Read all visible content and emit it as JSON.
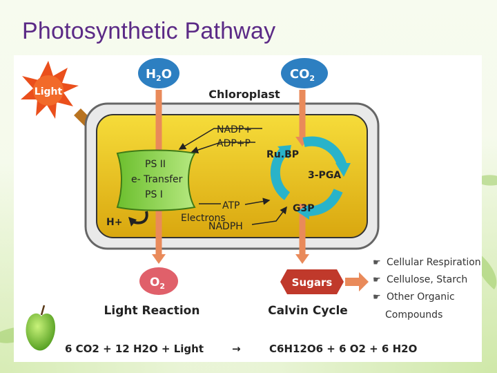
{
  "title": "Photosynthetic Pathway",
  "diagram": {
    "light": "Light",
    "h2o": {
      "main": "H",
      "sub": "2",
      "tail": "O"
    },
    "co2": {
      "main": "CO",
      "sub": "2"
    },
    "chloroplast": "Chloroplast",
    "nadp_plus": "NADP+",
    "adp_p": "ADP+P",
    "ps2": "PS II",
    "e_transfer": "e- Transfer",
    "ps1": "PS I",
    "atp": "ATP",
    "h_plus": "H+",
    "electrons": "Electrons",
    "nadph": "NADPH",
    "rubp": "Ru.BP",
    "pga": "3-PGA",
    "g3p": "G3P",
    "o2": {
      "main": "O",
      "sub": "2"
    },
    "sugars": "Sugars",
    "light_reaction": "Light Reaction",
    "calvin_cycle": "Calvin Cycle",
    "uses": [
      "Cellular Respiration",
      "Cellulose, Starch",
      "Other Organic",
      "Compounds"
    ],
    "equation": {
      "left": "6 CO2 + 12 H2O + Light",
      "arrow": "→",
      "right": "C6H12O6 + 6 O2 + 6 H2O"
    }
  },
  "colors": {
    "title": "#5b2a86",
    "capsule": "#2d7fc1",
    "stroma": "#e7c21a",
    "thylakoid": "#8fd14f",
    "arrow": "#e98a5a",
    "o2_badge": "#e0606a",
    "sugar_badge": "#c0392b",
    "cycle": "#29b3c9",
    "sun": "#ea4f1c"
  }
}
